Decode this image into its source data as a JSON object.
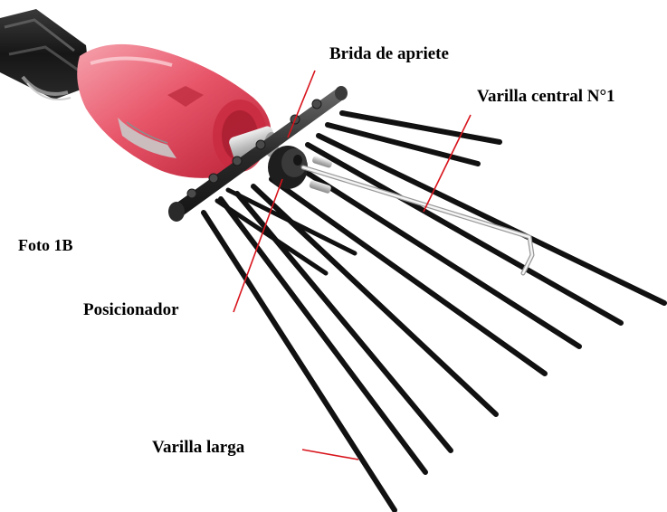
{
  "labels": {
    "foto": "Foto 1B",
    "brida": "Brida de apriete",
    "varilla_central": "Varilla central N°1",
    "posicionador": "Posicionador",
    "varilla_larga": "Varilla larga"
  },
  "colors": {
    "callout_line": "#d8141c",
    "rod": "#111111",
    "body_red": "#e8566a",
    "body_red_dark": "#c8283e",
    "grip_black": "#1c1c1c",
    "metal": "#c8c8c8",
    "background": "#ffffff"
  },
  "icons": {
    "tool": "rod-brush-tool-illustration"
  }
}
